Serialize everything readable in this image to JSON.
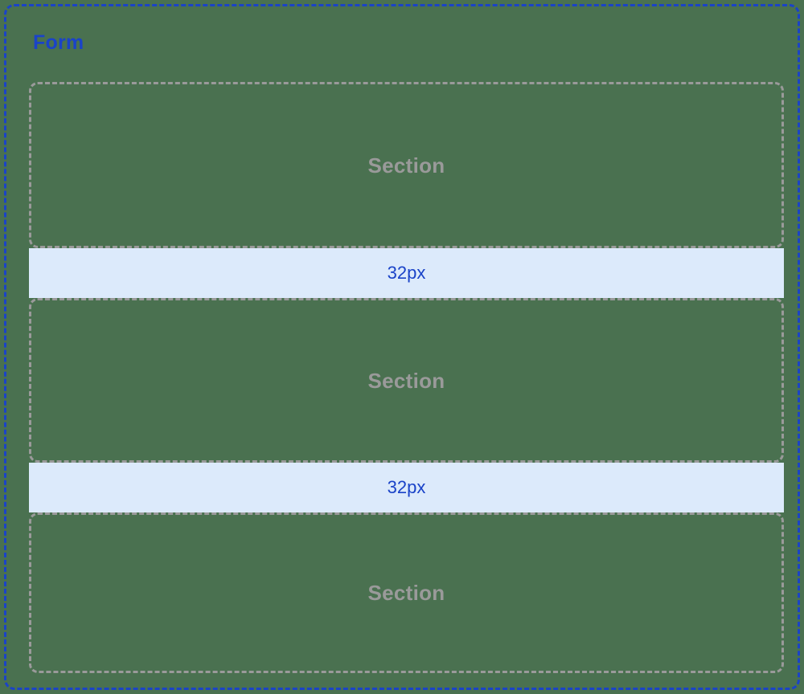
{
  "form": {
    "title": "Form",
    "title_color": "#1a43c8",
    "border_color": "#1a43c8",
    "border_style": "dashed"
  },
  "colors": {
    "background": "#4a7150",
    "accent_blue": "#1a43c8",
    "spacer_fill": "#dceafb",
    "section_border": "#9a9a9a",
    "section_label": "#9a9a9a"
  },
  "blocks": [
    {
      "kind": "section",
      "label": "Section"
    },
    {
      "kind": "spacer",
      "label": "32px"
    },
    {
      "kind": "section",
      "label": "Section"
    },
    {
      "kind": "spacer",
      "label": "32px"
    },
    {
      "kind": "section",
      "label": "Section"
    }
  ],
  "sections": [
    {
      "label": "Section"
    },
    {
      "label": "Section"
    },
    {
      "label": "Section"
    }
  ],
  "spacers": [
    {
      "label": "32px",
      "value": 32,
      "unit": "px"
    },
    {
      "label": "32px",
      "value": 32,
      "unit": "px"
    }
  ]
}
